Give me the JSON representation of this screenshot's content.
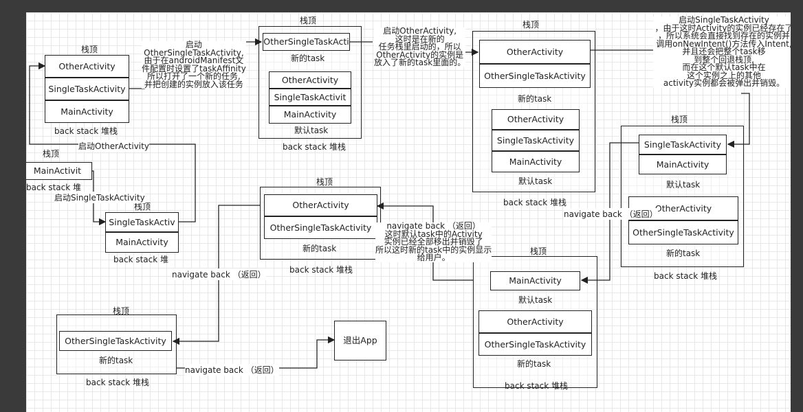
{
  "tags": {
    "top": "栈顶",
    "stack": "back stack 堆栈",
    "stack_short": "back stack 堆",
    "default_task": "默认task",
    "new_task": "新的task"
  },
  "acts": {
    "other": "OtherActivity",
    "single": "SingleTaskActivity",
    "main": "MainActivity",
    "other_single": "OtherSingleTaskActivity",
    "other_single_trunc": "OtherSingleTaskActi",
    "single_trunc": "SingleTaskActivit",
    "single_trunc2": "SingleTaskActiv",
    "main_trunc": "MainActivit"
  },
  "actions": {
    "start_other": "启动OtherActivity",
    "start_single": "启动SingleTaskActivity",
    "nav_back": "navigate back （返回）",
    "exit": "退出App"
  },
  "notes": {
    "n1": [
      "启动",
      "OtherSingleTaskActivity,",
      "由于在androidManifest文",
      "件配置时设置了taskAffinity",
      "所以打开了一个新的任务,",
      "并把创建的实例放入该任务"
    ],
    "n2": [
      "启动OtherActivity,",
      "这时是在新的",
      "任务栈里启动的，所以",
      "OtherActivity的实例是",
      "放入了新的task里面的。"
    ],
    "n3": [
      "启动SingleTaskActivity",
      "，由于这时Activity的实例已经存在了",
      "，所以系统会直接找到存在的实例并",
      "调用onNewIntent()方法传入Intent,",
      "并且还会把整个task移",
      "到整个回退栈顶,",
      "而在这个默认task中在",
      "这个实例之上的其他",
      "activity实例都会被弹出并销毁。"
    ],
    "n4": [
      "navigate back （返回）",
      "这时默认task中的Activity",
      "实例已经全部移出并销毁了",
      "所以这时新的task中的实例显示",
      "给用户。"
    ]
  }
}
